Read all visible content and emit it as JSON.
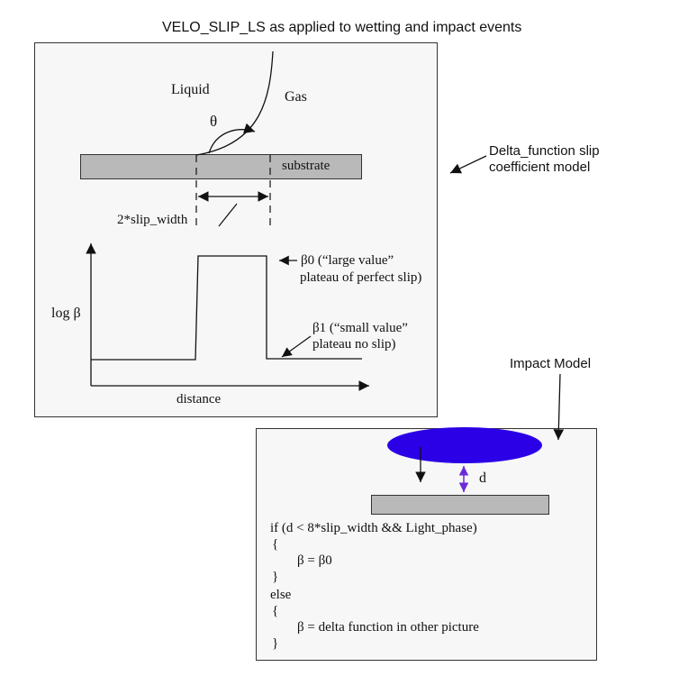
{
  "title": "VELO_SLIP_LS as applied to wetting and impact events",
  "delta_model": {
    "liquid_label": "Liquid",
    "gas_label": "Gas",
    "theta_symbol": "θ",
    "substrate_label": "substrate",
    "slip_width_label": "2*slip_width",
    "y_axis_label": "log β",
    "x_axis_label": "distance",
    "beta0_line1": "β0 (“large value”",
    "beta0_line2": "plateau of perfect slip)",
    "beta1_line1": "β1 (“small value”",
    "beta1_line2": "plateau no slip)",
    "callout_line1": "Delta_function slip",
    "callout_line2": "coefficient model"
  },
  "impact_model": {
    "callout": "Impact Model",
    "distance_label": "d",
    "code_lines": [
      "if (d < 8*slip_width && Light_phase)",
      "{",
      "β = β0",
      "}",
      "else",
      "{",
      "β = delta function in other picture",
      "}"
    ]
  },
  "colors": {
    "droplet": "#2b00e6",
    "gap_arrow": "#6a2bd9",
    "substrate": "#b9b9b9",
    "panel": "#f7f7f7"
  }
}
